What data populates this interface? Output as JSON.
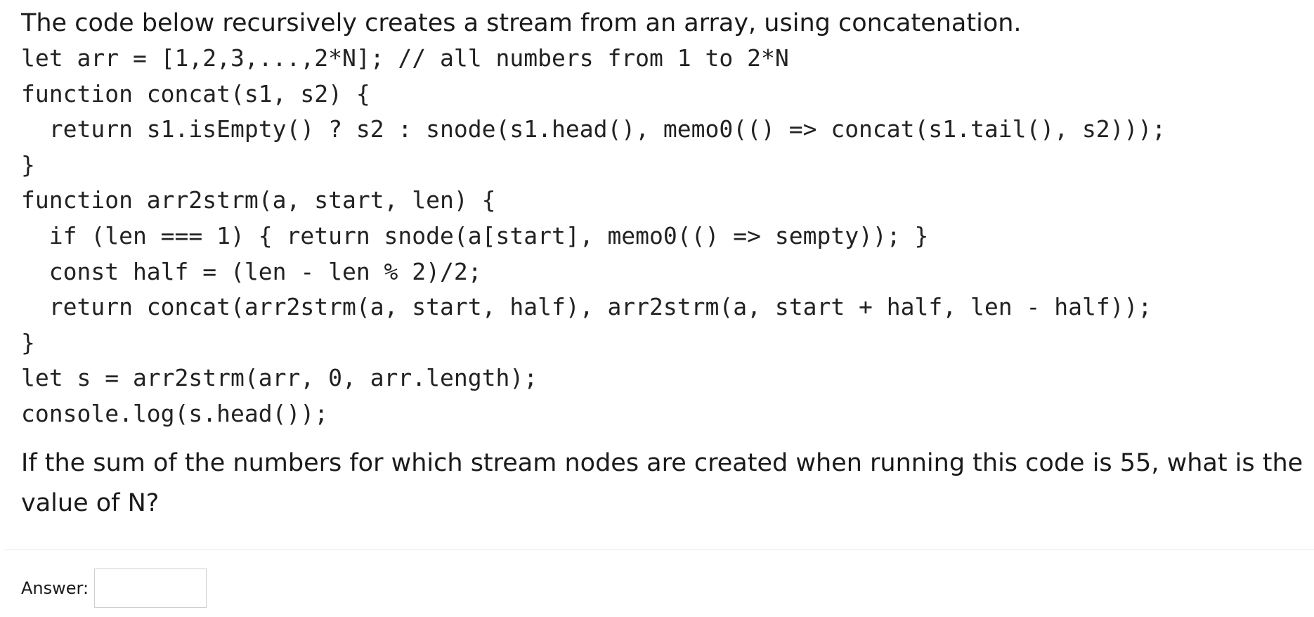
{
  "question": {
    "intro": "The code below recursively creates a stream from an array, using concatenation.",
    "code_lines": [
      "let arr = [1,2,3,...,2*N]; // all numbers from 1 to 2*N",
      "function concat(s1, s2) {",
      "  return s1.isEmpty() ? s2 : snode(s1.head(), memo0(() => concat(s1.tail(), s2)));",
      "}",
      "function arr2strm(a, start, len) {",
      "  if (len === 1) { return snode(a[start], memo0(() => sempty)); }",
      "  const half = (len - len % 2)/2;",
      "  return concat(arr2strm(a, start, half), arr2strm(a, start + half, len - half));",
      "}",
      "let s = arr2strm(arr, 0, arr.length);",
      "console.log(s.head());"
    ],
    "prompt": "If the sum of the numbers for which stream nodes are created when running this code is 55, what is the value of N?"
  },
  "answer": {
    "label": "Answer:",
    "value": ""
  }
}
